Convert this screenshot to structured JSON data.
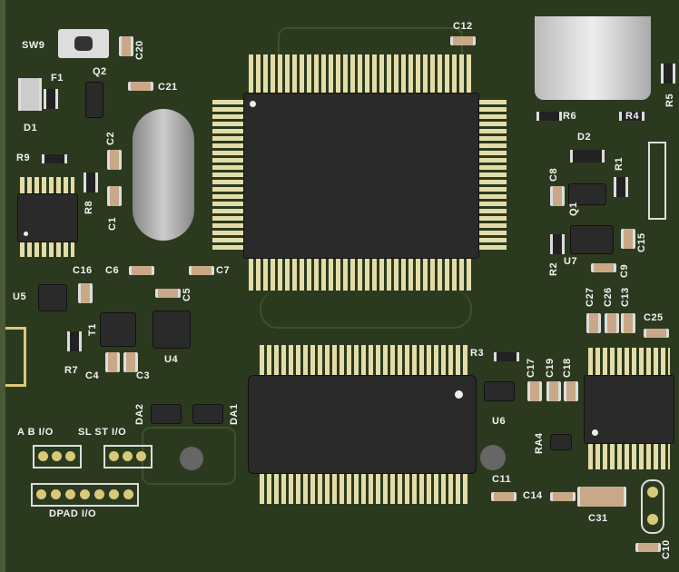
{
  "labels": {
    "SW9": "SW9",
    "C20": "C20",
    "F1": "F1",
    "Q2": "Q2",
    "C21": "C21",
    "D1": "D1",
    "C12": "C12",
    "R6": "R6",
    "R4": "R4",
    "R5": "R5",
    "C2": "C2",
    "C1": "C1",
    "R9": "R9",
    "R8": "R8",
    "D2": "D2",
    "C8": "C8",
    "R1": "R1",
    "Q1": "Q1",
    "C15": "C15",
    "R2": "R2",
    "U7": "U7",
    "C9": "C9",
    "C16": "C16",
    "C6": "C6",
    "C7": "C7",
    "C5": "C5",
    "U5": "U5",
    "T1": "T1",
    "R7": "R7",
    "C4": "C4",
    "C3": "C3",
    "U4": "U4",
    "C27": "C27",
    "C26": "C26",
    "C13": "C13",
    "C25": "C25",
    "R3": "R3",
    "C17": "C17",
    "C19": "C19",
    "C18": "C18",
    "U6": "U6",
    "DA2": "DA2",
    "DA1": "DA1",
    "AB": "A B I/O",
    "SLST": "SL ST I/O",
    "RA4": "RA4",
    "C11": "C11",
    "C14": "C14",
    "C31": "C31",
    "C10": "C10",
    "DPAD": "DPAD I/O"
  },
  "colors": {
    "board": "#2b3a1f",
    "silkscreen": "#f2f2f2",
    "pads": "#e4dca8"
  }
}
